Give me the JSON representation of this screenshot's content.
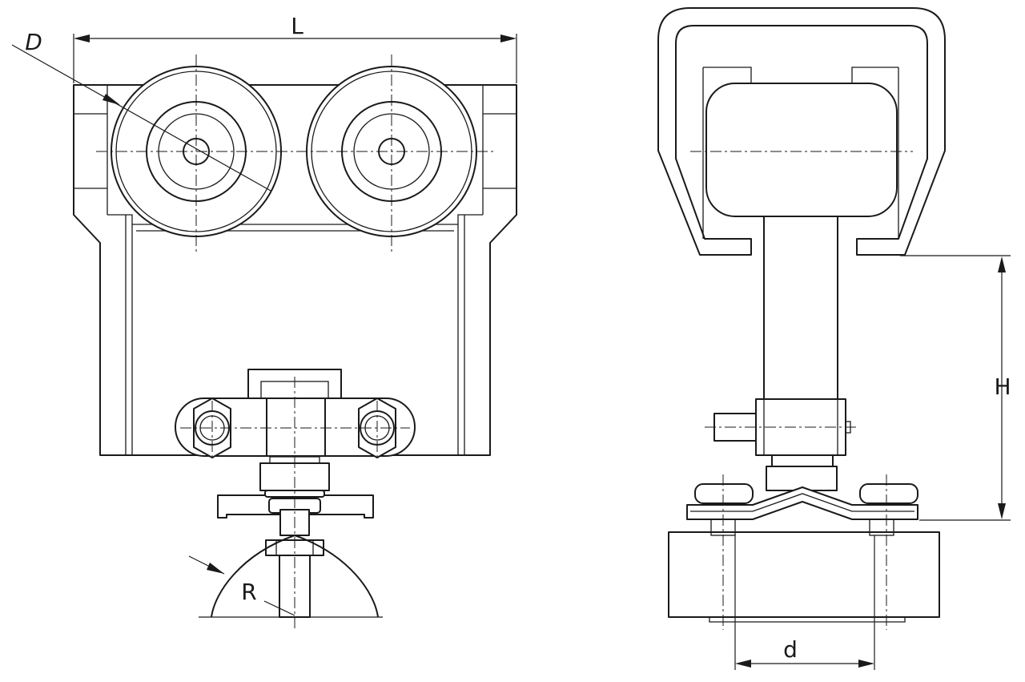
{
  "dimensions": {
    "length_label": "L",
    "diameter_label": "D",
    "radius_label": "R",
    "height_label": "H",
    "spacing_label": "d"
  }
}
